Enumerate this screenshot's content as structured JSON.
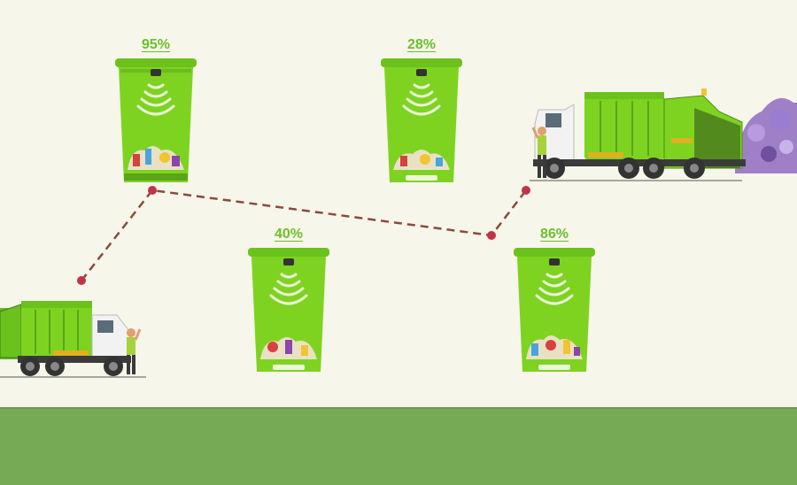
{
  "bins": [
    {
      "id": "bin-1",
      "fill_level": "95%"
    },
    {
      "id": "bin-2",
      "fill_level": "28%"
    },
    {
      "id": "bin-3",
      "fill_level": "40%"
    },
    {
      "id": "bin-4",
      "fill_level": "86%"
    }
  ],
  "colors": {
    "bin_green": "#7ed321",
    "bin_dark": "#5aa51a",
    "label_green": "#6cbf2a",
    "route_line": "#8a4b3a",
    "route_dot": "#c0344a",
    "ground": "#77aa55",
    "background": "#f6f6ea"
  },
  "icons": [
    "sensor-wave-icon",
    "garbage-truck-icon",
    "worker-icon",
    "trash-pile-icon"
  ]
}
